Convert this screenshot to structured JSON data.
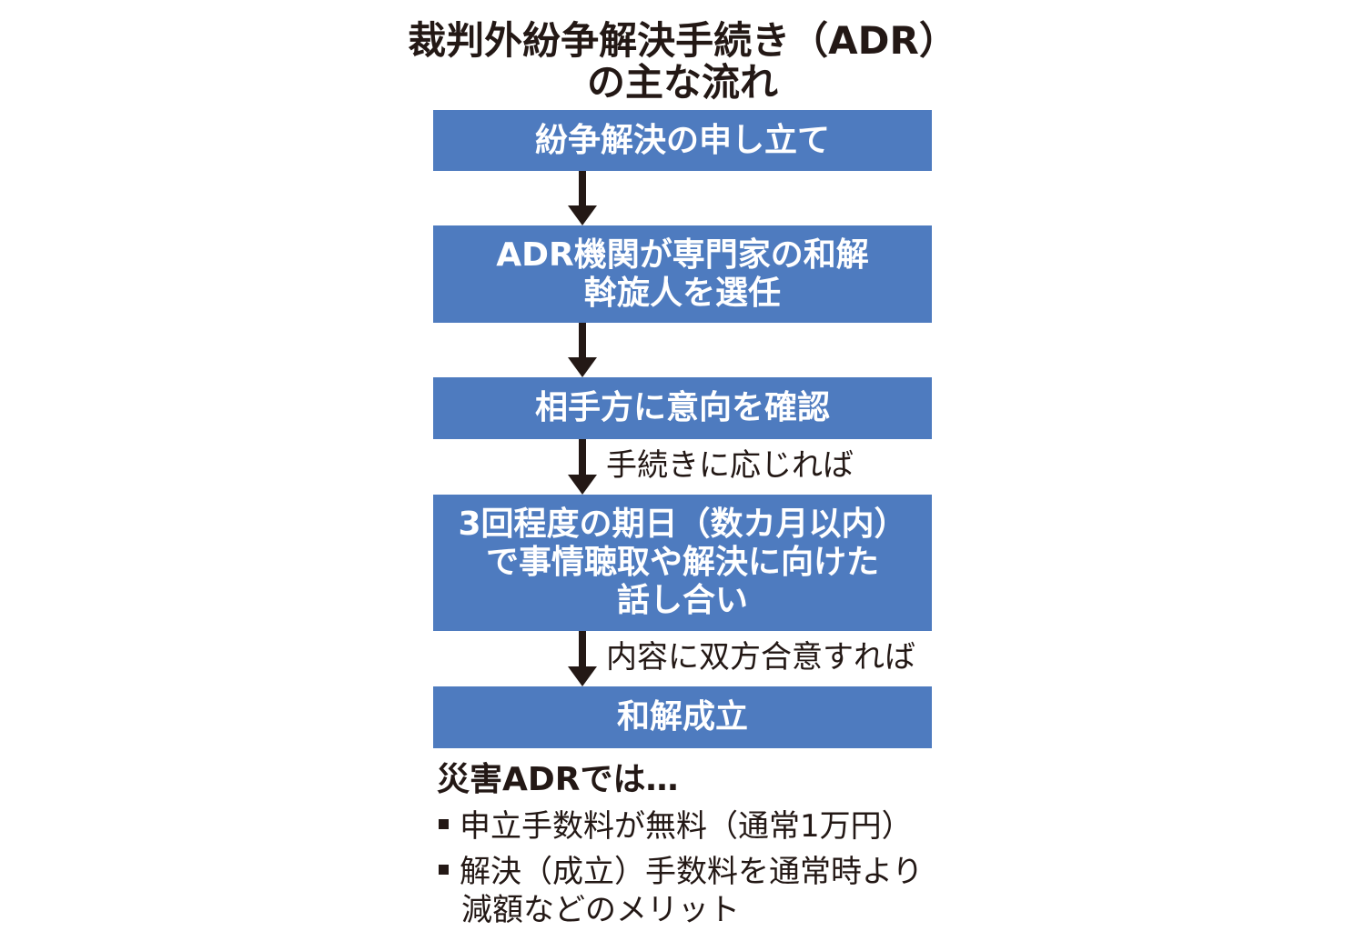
{
  "title": {
    "line1": "裁判外紛争解決手続き（ADR）",
    "line2": "の主な流れ"
  },
  "steps": [
    {
      "lines": [
        "紛争解決の申し立て"
      ]
    },
    {
      "lines": [
        "ADR機関が専門家の和解",
        "斡旋人を選任"
      ]
    },
    {
      "lines": [
        "相手方に意向を確認"
      ]
    },
    {
      "lines": [
        "3回程度の期日（数カ月以内）",
        "で事情聴取や解決に向けた",
        "話し合い"
      ]
    },
    {
      "lines": [
        "和解成立"
      ]
    }
  ],
  "arrow_labels": [
    "",
    "",
    "手続きに応じれば",
    "内容に双方合意すれば"
  ],
  "notes": {
    "title": "災害ADRでは…",
    "bullets": [
      {
        "lines": [
          "申立手数料が無料（通常1万円）"
        ]
      },
      {
        "lines": [
          "解決（成立）手数料を通常時より",
          "減額などのメリット"
        ]
      }
    ]
  },
  "colors": {
    "box": "#4e7bbf",
    "arrow": "#231815"
  }
}
